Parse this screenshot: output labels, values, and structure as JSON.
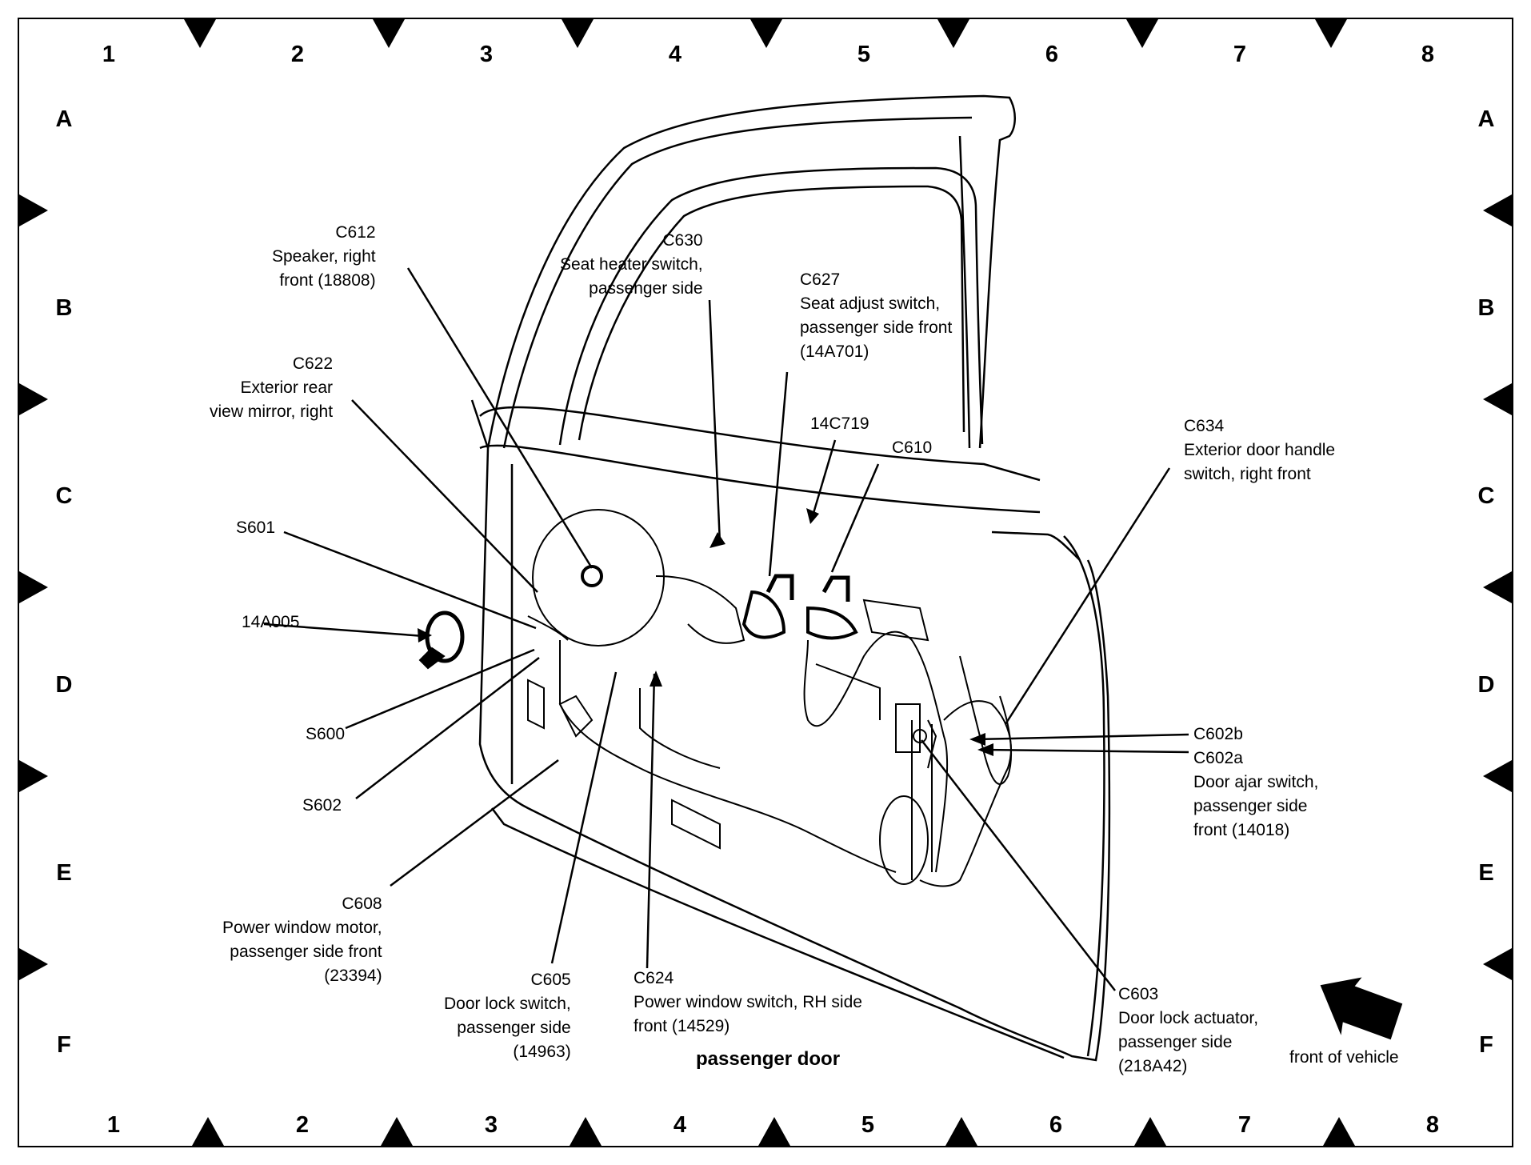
{
  "grid": {
    "columns": [
      "1",
      "2",
      "3",
      "4",
      "5",
      "6",
      "7",
      "8"
    ],
    "rows": [
      "A",
      "B",
      "C",
      "D",
      "E",
      "F"
    ]
  },
  "callouts": {
    "c612": {
      "code": "C612",
      "desc": [
        "Speaker, right",
        "front (18808)"
      ]
    },
    "c630": {
      "code": "C630",
      "desc": [
        "Seat heater switch,",
        "passenger side"
      ]
    },
    "c627": {
      "code": "C627",
      "desc": [
        "Seat adjust switch,",
        "passenger side front",
        "(14A701)"
      ]
    },
    "c622": {
      "code": "C622",
      "desc": [
        "Exterior rear",
        "view mirror, right"
      ]
    },
    "c14c719": {
      "code": "14C719"
    },
    "c610": {
      "code": "C610"
    },
    "c634": {
      "code": "C634",
      "desc": [
        "Exterior door handle",
        "switch, right front"
      ]
    },
    "s601": {
      "code": "S601"
    },
    "c14a005": {
      "code": "14A005"
    },
    "s600": {
      "code": "S600"
    },
    "s602": {
      "code": "S602"
    },
    "c602b": {
      "code": "C602b"
    },
    "c602a": {
      "code": "C602a",
      "desc": [
        "Door ajar switch,",
        "passenger side",
        "front (14018)"
      ]
    },
    "c608": {
      "code": "C608",
      "desc": [
        "Power window motor,",
        "passenger side front",
        "(23394)"
      ]
    },
    "c605": {
      "code": "C605",
      "desc": [
        "Door lock switch,",
        "passenger side",
        "(14963)"
      ]
    },
    "c624": {
      "code": "C624",
      "desc": [
        "Power window switch, RH side",
        "front (14529)"
      ]
    },
    "c603": {
      "code": "C603",
      "desc": [
        "Door lock actuator,",
        "passenger side",
        "(218A42)"
      ]
    }
  },
  "caption": "passenger door",
  "front_label": "front of vehicle"
}
